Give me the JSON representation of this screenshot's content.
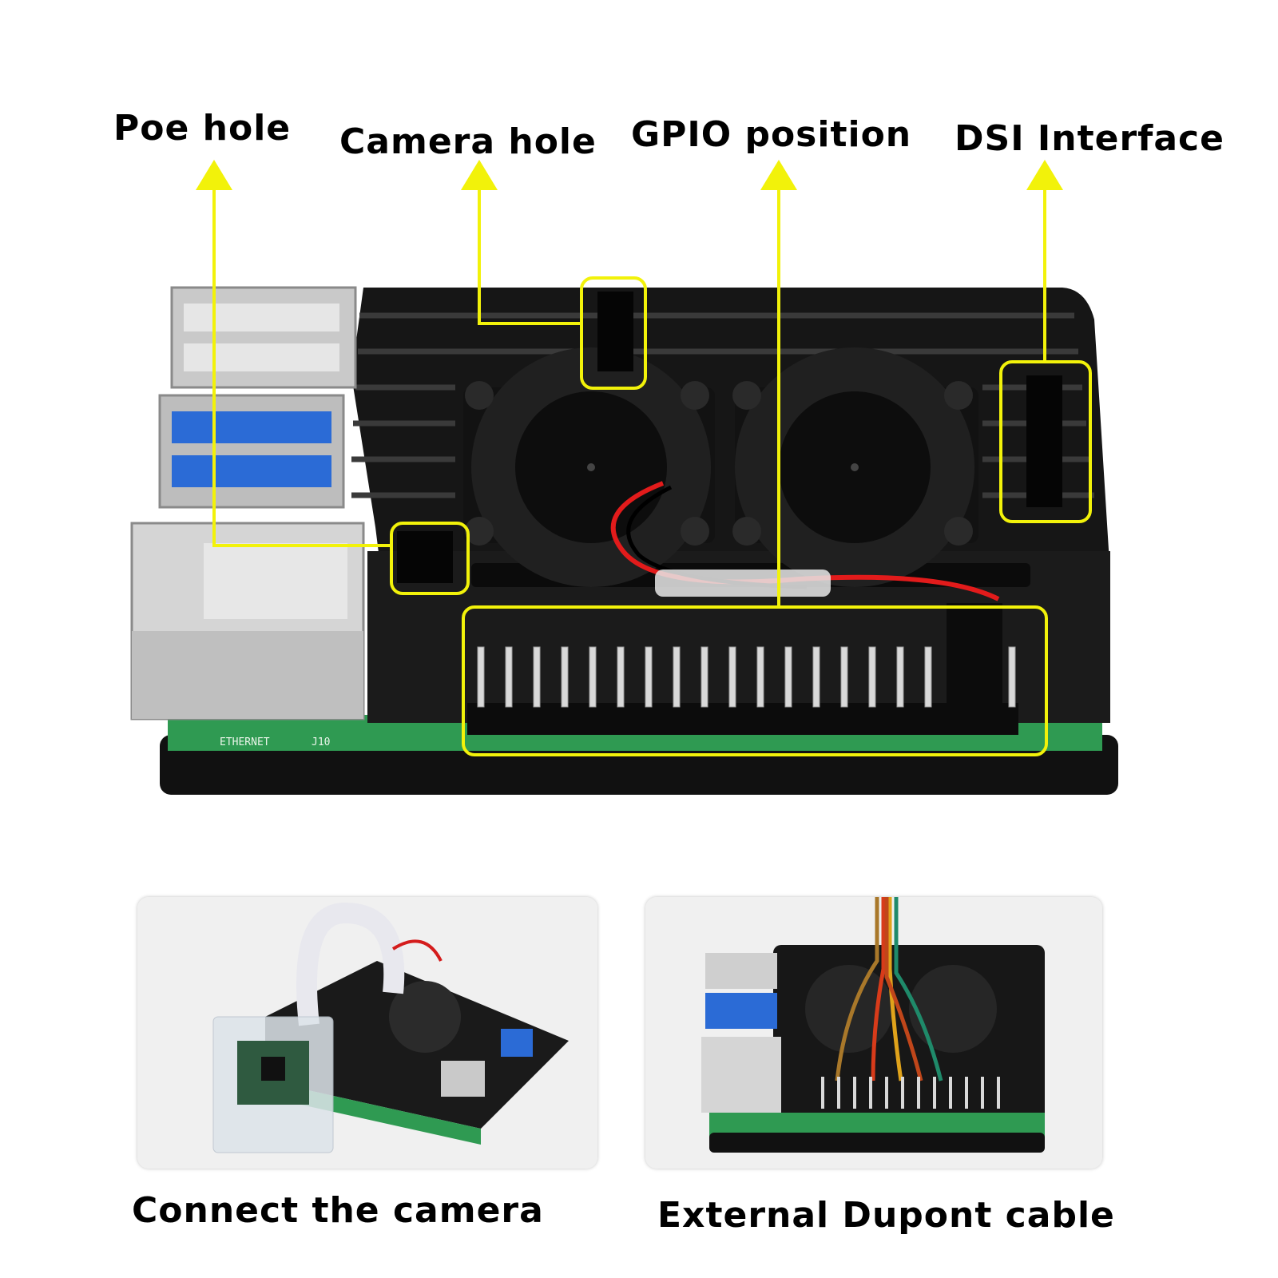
{
  "labels": {
    "poe_hole": "Poe hole",
    "camera_hole": "Camera hole",
    "gpio_position": "GPIO position",
    "dsi_interface": "DSI Interface"
  },
  "captions": {
    "connect_camera": "Connect the camera",
    "dupont_cable": "External Dupont cable"
  },
  "pcb_text": {
    "ethernet": "ETHERNET",
    "j10": "J10"
  },
  "colors": {
    "callout": "#f2f20a",
    "case": "#141414",
    "pcb": "#2f9a52"
  }
}
